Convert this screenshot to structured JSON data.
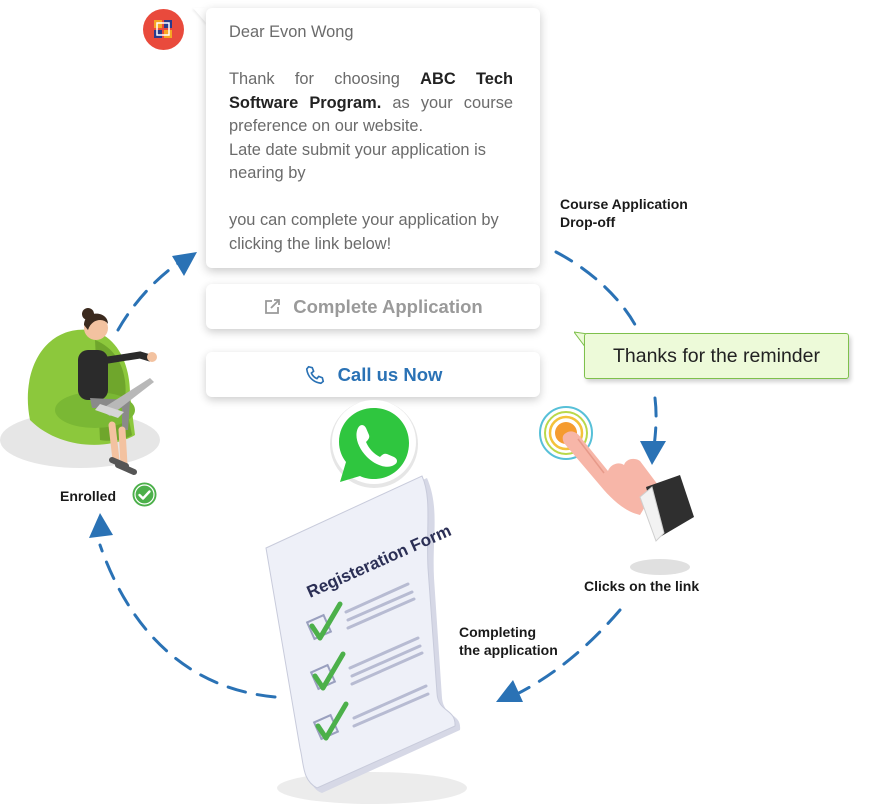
{
  "message": {
    "greeting": "Dear Evon Wong",
    "intro": "Thank for choosing",
    "program": "ABC Tech Software Program.",
    "after_program": " as your course preference on our website.",
    "deadline": "Late date submit your application is nearing by",
    "cta_text": "you can complete your application by clicking the link below!"
  },
  "buttons": {
    "complete_label": "Complete Application",
    "call_label": "Call us Now"
  },
  "reply_bubble": "Thanks for the reminder",
  "steps": {
    "dropoff": "Course Application\nDrop-off",
    "clicks": "Clicks on the link",
    "completing": "Completing\nthe application",
    "enrolled": "Enrolled"
  },
  "form_title": "Registeration Form",
  "icons": [
    "brand-logo-icon",
    "external-link-icon",
    "phone-icon",
    "whatsapp-icon",
    "check-circle-icon",
    "touch-ripple-icon"
  ],
  "colors": {
    "arrow_blue": "#2a72b5",
    "whatsapp_green": "#2fc63f",
    "bubble_bg": "#edfad9",
    "check_green": "#4cb04a",
    "chair_green": "#8cc83c"
  }
}
